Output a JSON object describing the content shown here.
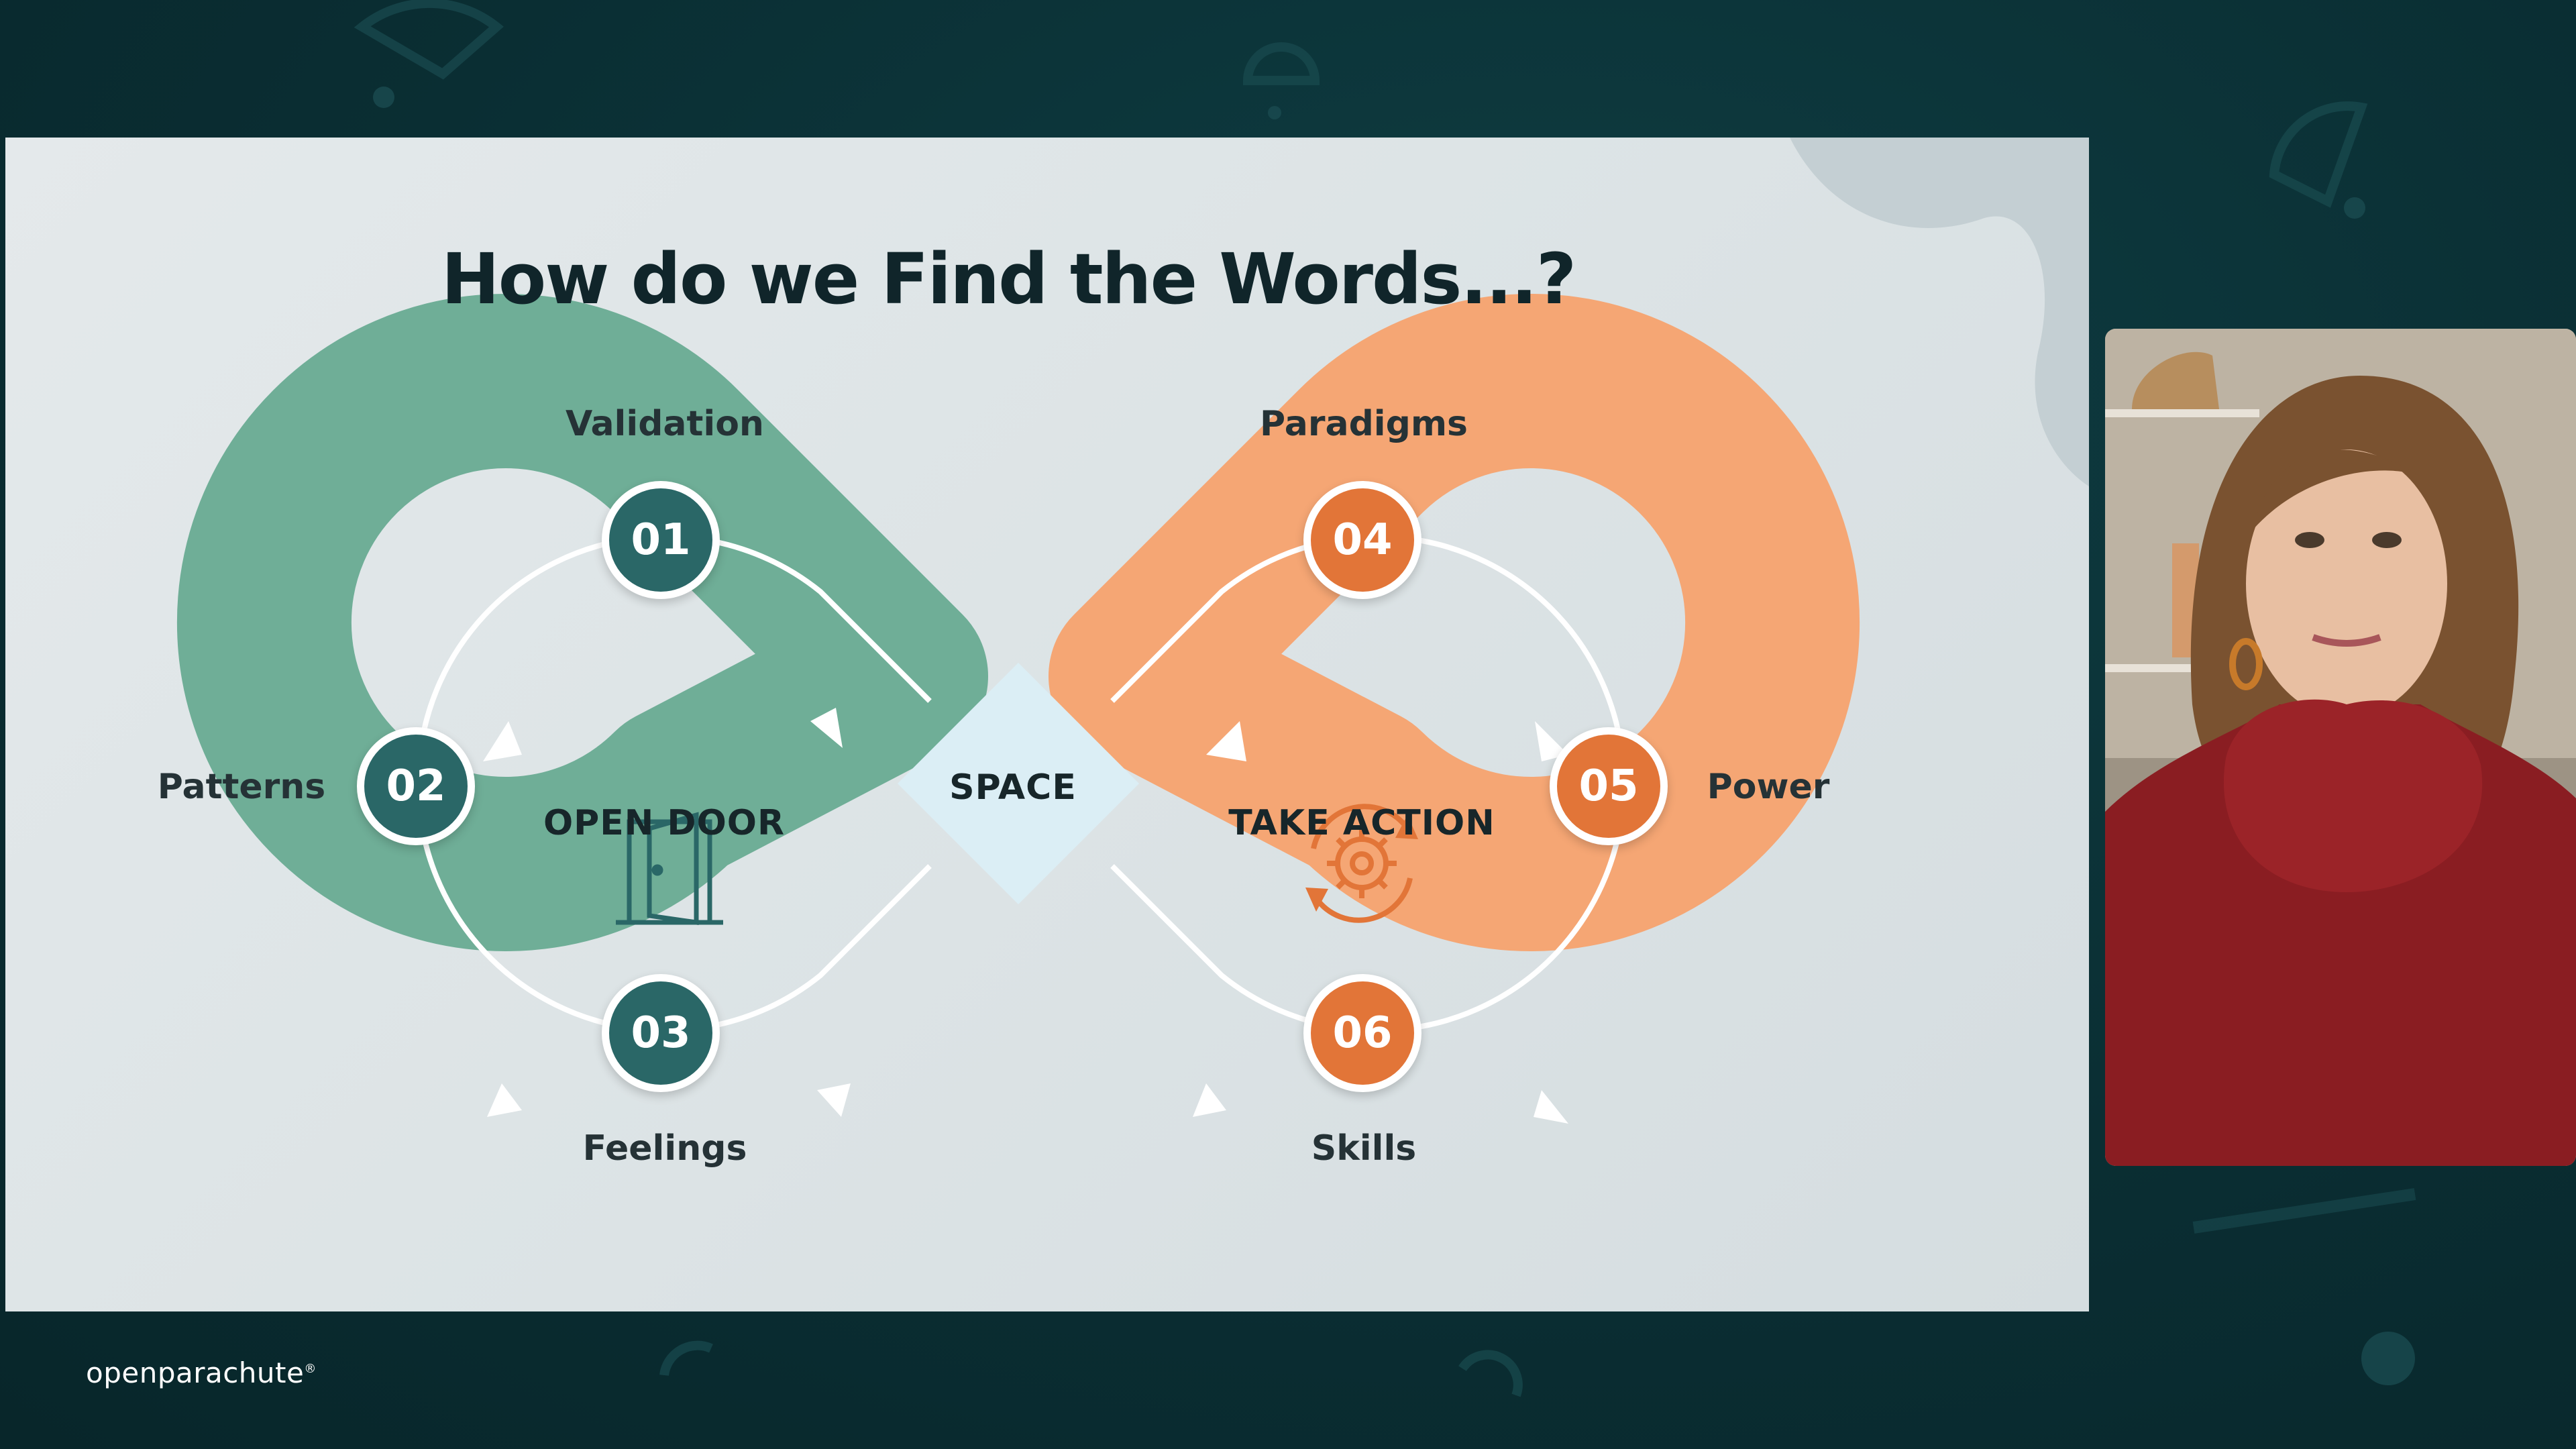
{
  "slide": {
    "title": "How do we Find the Words...?",
    "center_label": "SPACE",
    "left_loop": {
      "label": "OPEN DOOR",
      "icon": "door-icon",
      "color": "#6fae97"
    },
    "right_loop": {
      "label": "TAKE ACTION",
      "icon": "gear-cycle-icon",
      "color": "#f5a674"
    },
    "steps": [
      {
        "number": "01",
        "label": "Validation"
      },
      {
        "number": "02",
        "label": "Patterns"
      },
      {
        "number": "03",
        "label": "Feelings"
      },
      {
        "number": "04",
        "label": "Paradigms"
      },
      {
        "number": "05",
        "label": "Power"
      },
      {
        "number": "06",
        "label": "Skills"
      }
    ]
  },
  "brand": {
    "name": "openparachute",
    "mark": "®"
  },
  "webcam": {
    "icon": "presenter-video"
  }
}
